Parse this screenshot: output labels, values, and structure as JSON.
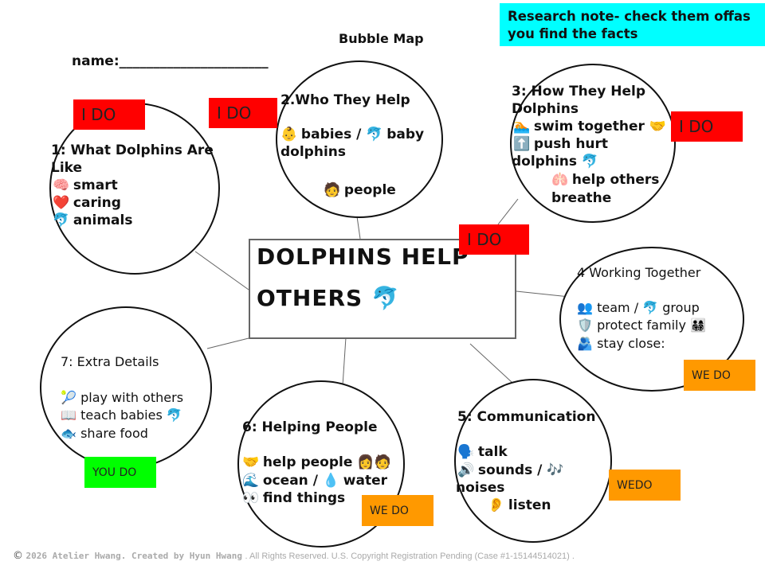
{
  "header": {
    "title": "Bubble Map",
    "name_label": "name:______________________",
    "research_note_line1": "Research note- check them offas",
    "research_note_line2": "you find the facts"
  },
  "center": {
    "line1": "DOLPHINS HELP",
    "line2": "OTHERS",
    "icon": "🐬"
  },
  "bubbles": {
    "b1": {
      "title_line1": "1: What Dolphins Are",
      "title_line2": "Like",
      "items": [
        {
          "icon": "🧠",
          "text": "smart"
        },
        {
          "icon": "❤️",
          "text": "caring"
        },
        {
          "icon": "🐬",
          "text": "animals"
        }
      ]
    },
    "b2": {
      "title": "2.Who They Help",
      "line1_icon_a": "👶",
      "line1_text_a": "babies /",
      "line1_icon_b": "🐬",
      "line1_text_b": "baby",
      "line2": "dolphins",
      "line3_icon": "🧑",
      "line3_text": "people"
    },
    "b3": {
      "title_line1": "3: How They Help",
      "title_line2": "Dolphins",
      "line1_icon": "🏊",
      "line1_text": "swim together",
      "line1_icon_b": "🤝",
      "line2_icon": "⬆️",
      "line2_text": "push hurt",
      "line3_text": "dolphins",
      "line3_icon": "🐬",
      "line4_icon": "🫁",
      "line4_text": "help others",
      "line5_text": "breathe"
    },
    "b4": {
      "title": "4 Working Together",
      "line1_icon": "👥",
      "line1_text_a": "team /",
      "line1_icon_b": "🐬",
      "line1_text_b": "group",
      "line2_icon": "🛡️",
      "line2_text": "protect family",
      "line2_icon_b": "👨‍👩‍👧‍👦",
      "line3_icon": "🫂",
      "line3_text": "stay close:"
    },
    "b5": {
      "title": "5: Communication",
      "line1_icon": "🗣️",
      "line1_text": "talk",
      "line2_icon": "🔊",
      "line2_text": "sounds /",
      "line2_icon_b": "🎶",
      "line3_text": "noises",
      "line4_icon": "👂",
      "line4_text": "listen"
    },
    "b6": {
      "title": "6: Helping People",
      "line1_icon": "🤝",
      "line1_text": "help people",
      "line1_icon_b": "👩🧑",
      "line2_icon": "🌊",
      "line2_text": "ocean /",
      "line2_icon_b": "💧",
      "line2_text_b": "water",
      "line3_icon": "👀",
      "line3_text": "find things"
    },
    "b7": {
      "title": "7: Extra Details",
      "line1_icon": "🎾",
      "line1_text": "play with others",
      "line2_icon": "📖",
      "line2_text": "teach babies",
      "line2_icon_b": "🐬",
      "line3_icon": "🐟",
      "line3_text": "share food"
    }
  },
  "tags": {
    "i_do": "I DO",
    "we_do": "WE DO",
    "wedo": "WEDO",
    "you_do": "YOU DO"
  },
  "colors": {
    "i_do": "#ff0000",
    "we_do": "#ff9900",
    "you_do": "#00ff00",
    "note_bg": "#00ffff"
  },
  "footer": {
    "symbol": "©",
    "bold_text": "2026 Atelier Hwang. Created by Hyun Hwang",
    "rest_text": ". All Rights Reserved. U.S. Copyright Registration Pending (Case #1-15144514021) ."
  }
}
